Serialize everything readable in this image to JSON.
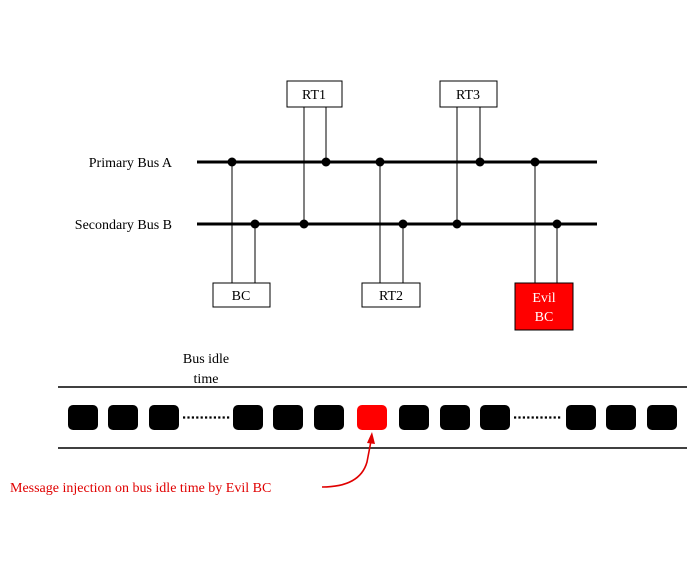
{
  "buses": {
    "primary_label": "Primary  Bus A",
    "secondary_label": "Secondary  Bus B"
  },
  "nodes": {
    "rt1": "RT1",
    "rt2": "RT2",
    "rt3": "RT3",
    "bc": "BC",
    "evil_bc_line1": "Evil",
    "evil_bc_line2": "BC"
  },
  "timeline": {
    "idle_label_line1": "Bus idle",
    "idle_label_line2": "time",
    "annotation": "Message injection  on bus idle  time  by Evil  BC"
  },
  "colors": {
    "bus": "#000000",
    "evil": "#ff0000",
    "annotation": "#e00000",
    "message_block": "#000000"
  }
}
